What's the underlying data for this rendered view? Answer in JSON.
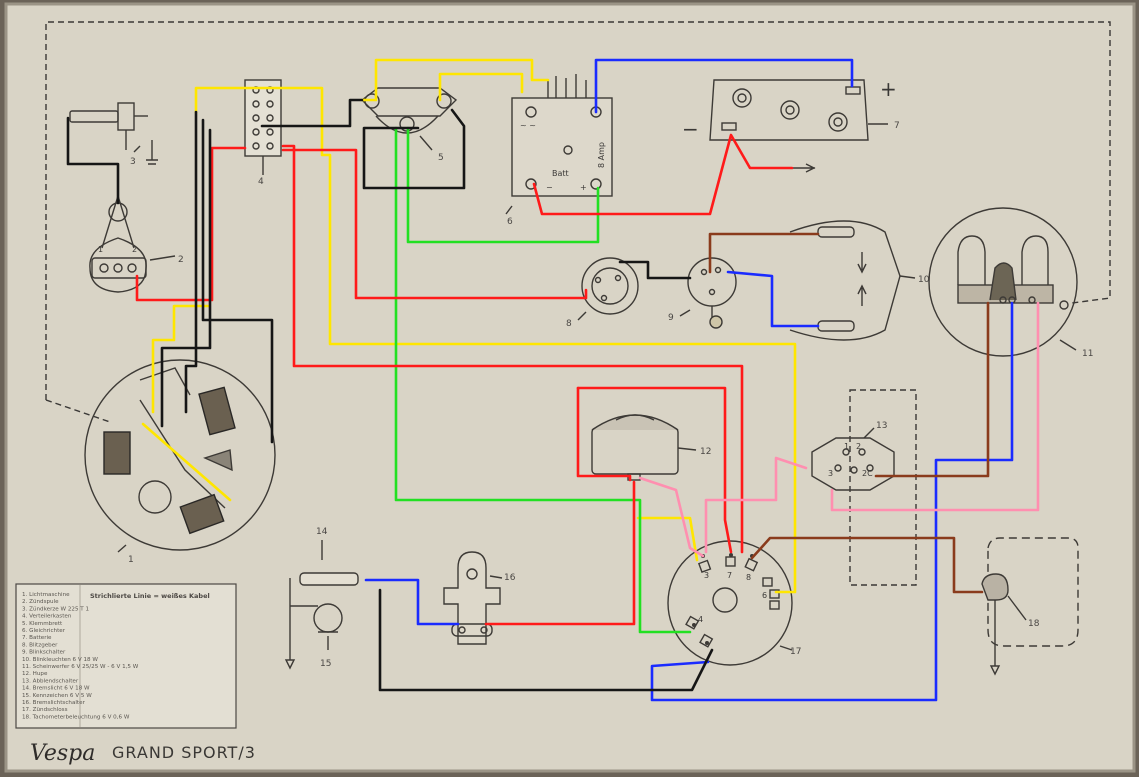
{
  "brand": "Vespa",
  "model": "GRAND SPORT/3",
  "legend": {
    "heading": "Strichlierte Linie = weißes Kabel",
    "items": [
      "1. Lichtmaschine",
      "2. Zündspule",
      "3. Zündkerze W 225 T 1",
      "4. Verteilerkasten",
      "5. Klemmbrett",
      "6. Gleichrichter",
      "7. Batterie",
      "8. Blitzgeber",
      "9. Blinkschalter",
      "10. Blinkleuchten 6 V 18 W",
      "11. Scheinwerfer 6 V 25/25 W - 6 V 1,5 W",
      "12. Hupe",
      "13. Abblendschalter",
      "14. Bremslicht 6 V 18 W",
      "15. Kennzeichen 6 V 5 W",
      "16. Bremslichtschalter",
      "17. Zündschloss",
      "18. Tachometerbeleuchtung 6 V 0,6 W"
    ]
  },
  "labels": {
    "rectifier_ac": "~ ~",
    "rectifier_batt": "Batt",
    "rectifier_amp": "8 Amp",
    "battery_plus": "+",
    "battery_minus": "−",
    "rect_plus": "+",
    "rect_minus": "−",
    "coil_t1": "1",
    "coil_t2": "2",
    "dip_1": "1",
    "dip_2": "2",
    "dip_3": "3",
    "dip_2c": "2C",
    "lock_3": "3",
    "lock_7": "7",
    "lock_8": "8",
    "lock_4": "4",
    "lock_6": "6"
  },
  "components": [
    {
      "id": "1",
      "name": "generator"
    },
    {
      "id": "2",
      "name": "ignition-coil"
    },
    {
      "id": "3",
      "name": "spark-plug"
    },
    {
      "id": "4",
      "name": "junction-box"
    },
    {
      "id": "5",
      "name": "terminal-block"
    },
    {
      "id": "6",
      "name": "rectifier"
    },
    {
      "id": "7",
      "name": "battery"
    },
    {
      "id": "8",
      "name": "flasher"
    },
    {
      "id": "9",
      "name": "indicator-switch"
    },
    {
      "id": "10",
      "name": "indicator-lamps"
    },
    {
      "id": "11",
      "name": "headlamp"
    },
    {
      "id": "12",
      "name": "horn"
    },
    {
      "id": "13",
      "name": "dip-switch"
    },
    {
      "id": "14",
      "name": "brake-light"
    },
    {
      "id": "15",
      "name": "number-plate-lamp"
    },
    {
      "id": "16",
      "name": "brake-light-switch"
    },
    {
      "id": "17",
      "name": "ignition-lock"
    },
    {
      "id": "18",
      "name": "speedometer-lamp"
    }
  ],
  "wire_colors": {
    "yellow": "#ffe600",
    "red": "#ff1a1a",
    "blue": "#1a2bff",
    "green": "#22e022",
    "black": "#161616",
    "brown": "#8a3b1c",
    "pink": "#ff8fb0",
    "white_dashed": "#3a3836"
  }
}
